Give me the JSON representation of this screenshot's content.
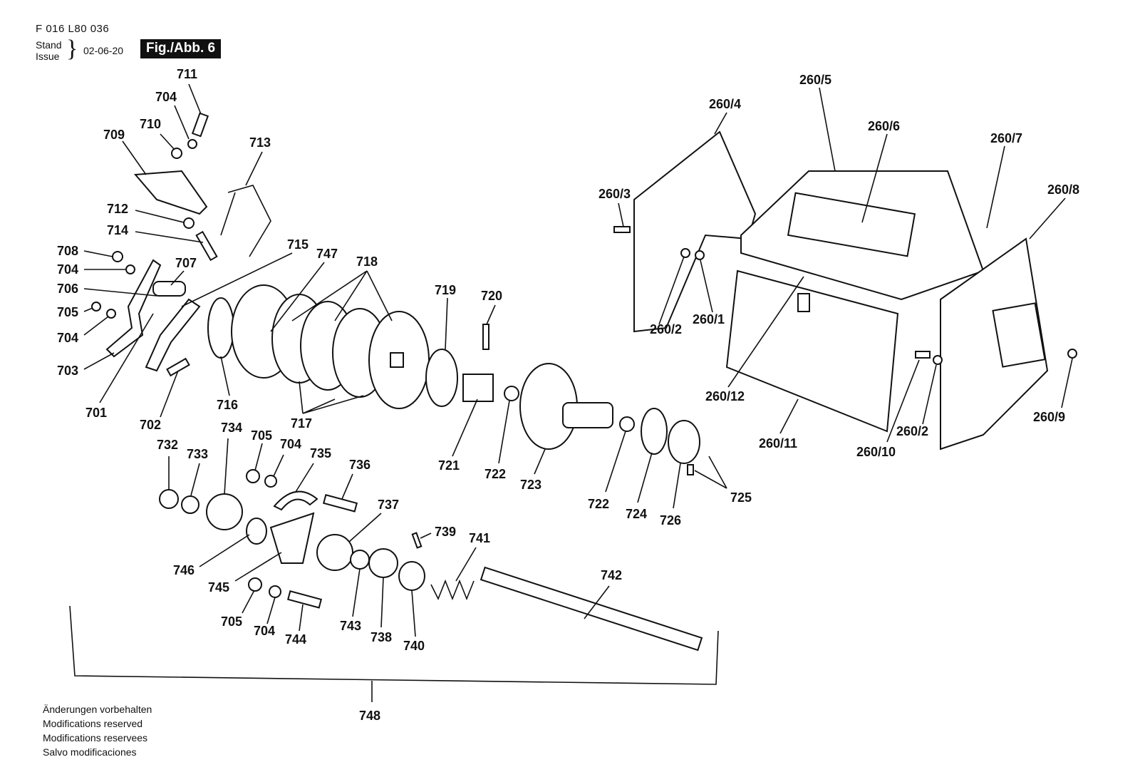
{
  "header": {
    "doc_number": "F 016 L80 036",
    "stand": "Stand",
    "issue": "Issue",
    "date": "02-06-20",
    "figure": "Fig./Abb. 6"
  },
  "footer_notes": [
    "Änderungen vorbehalten",
    "Modifications reserved",
    "Modifications reservees",
    "Salvo modificaciones"
  ],
  "part_labels": {
    "p711": "711",
    "p704a": "704",
    "p709": "709",
    "p710": "710",
    "p713": "713",
    "p712": "712",
    "p714": "714",
    "p708": "708",
    "p704b": "704",
    "p707": "707",
    "p706": "706",
    "p705a": "705",
    "p704c": "704",
    "p703": "703",
    "p701": "701",
    "p702": "702",
    "p715": "715",
    "p747": "747",
    "p718": "718",
    "p716": "716",
    "p717": "717",
    "p719": "719",
    "p720": "720",
    "p721": "721",
    "p722a": "722",
    "p723": "723",
    "p722b": "722",
    "p724": "724",
    "p726": "726",
    "p725": "725",
    "p732": "732",
    "p733": "733",
    "p734": "734",
    "p705b": "705",
    "p704d": "704",
    "p735": "735",
    "p736": "736",
    "p737": "737",
    "p739": "739",
    "p741": "741",
    "p742": "742",
    "p746": "746",
    "p745": "745",
    "p705c": "705",
    "p704e": "704",
    "p744": "744",
    "p743": "743",
    "p738": "738",
    "p740": "740",
    "p748": "748",
    "p260_4": "260/4",
    "p260_5": "260/5",
    "p260_6": "260/6",
    "p260_7": "260/7",
    "p260_8": "260/8",
    "p260_3": "260/3",
    "p260_2a": "260/2",
    "p260_1": "260/1",
    "p260_12": "260/12",
    "p260_11": "260/11",
    "p260_10": "260/10",
    "p260_2b": "260/2",
    "p260_9": "260/9"
  }
}
